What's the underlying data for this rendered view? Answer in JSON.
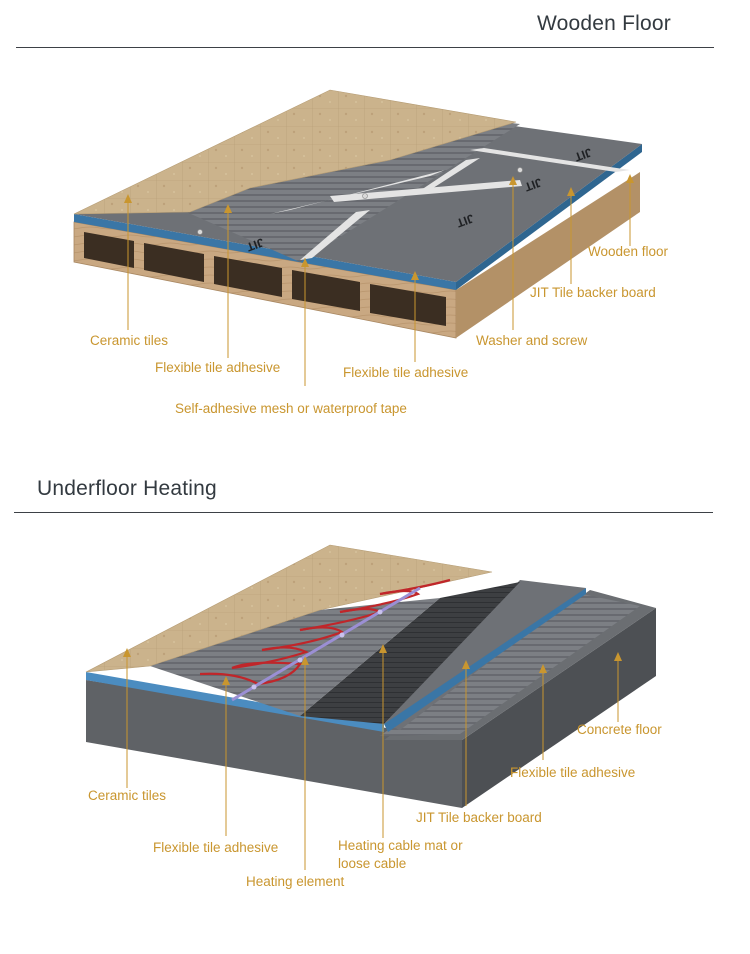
{
  "sections": [
    {
      "title": "Wooden Floor",
      "labels": {
        "wooden_floor": "Wooden floor",
        "jit_board": "JIT Tile backer  board",
        "washer_screw": "Washer and screw",
        "ceramic_tiles": "Ceramic tiles",
        "flex_adhesive_1": "Flexible tile adhesive",
        "flex_adhesive_2": "Flexible tile adhesive",
        "mesh_tape": "Self-adhesive mesh or waterproof tape"
      },
      "board_print": "JIT"
    },
    {
      "title": "Underfloor Heating",
      "labels": {
        "concrete_floor": "Concrete floor",
        "flex_adhesive_top": "Flexible tile adhesive",
        "jit_board": "JIT Tile backer  board",
        "ceramic_tiles": "Ceramic tiles",
        "flex_adhesive_bottom": "Flexible tile adhesive",
        "heating_mat_line1": "Heating cable mat or",
        "heating_mat_line2": "loose cable",
        "heating_element": "Heating element"
      }
    }
  ],
  "colors": {
    "label": "#c9962f",
    "title": "#333a40",
    "tile": "#cbb38c",
    "wood": "#c9a882",
    "board": "#6e7176",
    "adhesive": "#808388",
    "blue_edge": "#3a76a6",
    "concrete": "#65686c",
    "cable": "#c0262a",
    "element": "#9b8fd4"
  }
}
